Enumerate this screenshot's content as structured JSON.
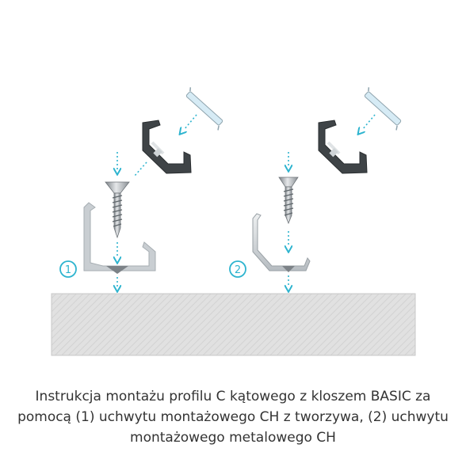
{
  "caption": "Instrukcja montażu profilu C kątowego z kloszem BASIC za pomocą (1) uchwytu montażowego CH z tworzywa, (2) uchwytu montażowego metalowego CH",
  "steps": [
    {
      "label": "1"
    },
    {
      "label": "2"
    }
  ],
  "icons": [
    "diffuser-cover-icon",
    "aluminum-corner-profile-icon",
    "countersunk-screw-icon",
    "plastic-clip-icon",
    "metal-clip-icon",
    "dotted-arrow-icon"
  ],
  "colors": {
    "accent": "#2eb4cf",
    "profile": "#3f4447",
    "diffuser": "#cfe6f1",
    "plastic_clip": "#c9ced2",
    "metal_clip": "#b8bec3",
    "surface": "#dedede",
    "text": "#333333"
  }
}
